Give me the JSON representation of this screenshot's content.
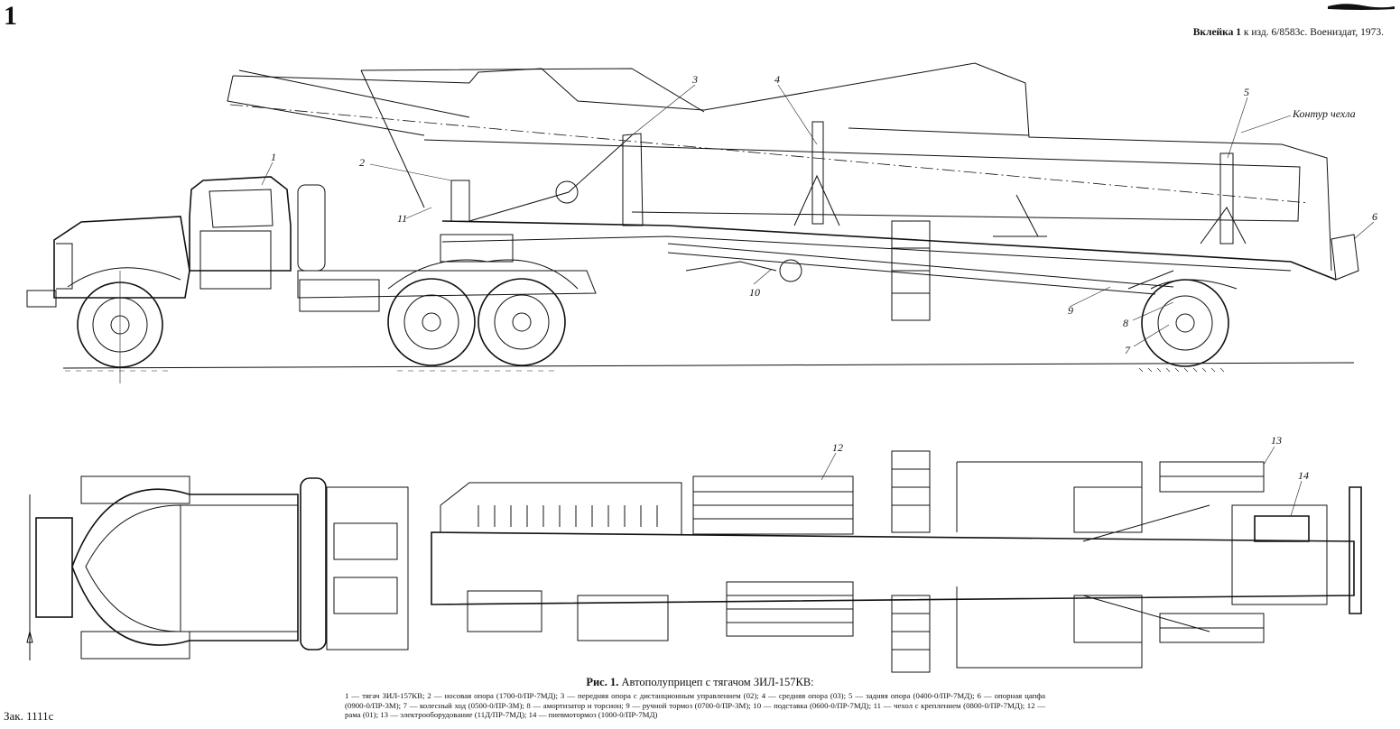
{
  "plate": {
    "number": "1"
  },
  "header": {
    "insert_prefix": "Вклейка 1",
    "insert_rest": " к изд. 6/8583с. Воениздат, 1973."
  },
  "side_view": {
    "cover_contour_label": "Контур чехла",
    "callouts": [
      "1",
      "2",
      "3",
      "4",
      "5",
      "6",
      "7",
      "8",
      "9",
      "10",
      "11"
    ]
  },
  "top_view": {
    "callouts": [
      "12",
      "13",
      "14"
    ]
  },
  "caption": {
    "figure_label": "Рис. 1.",
    "title": " Автополуприцеп с тягачом ЗИЛ-157КВ:",
    "legend": "1 — тягач ЗИЛ-157КВ; 2 — носовая опора (1700-0/ПР-7МД); 3 — передняя опора с дистанционным управлением (02); 4 — средняя опора (03); 5 — задняя опора (0400-0/ПР-7МД); 6 — опорная цапфа (0900-0/ПР-3М); 7 — колесный ход (0500-0/ПР-3М); 8 — амортизатор и торсион; 9 — ручной тормоз (0700-0/ПР-3М); 10 — подставка (0600-0/ПР-7МД); 11 — чехол с креплением (0800-0/ПР-7МД); 12 — рама (01); 13 — электрооборудование (11Д/ПР-7МД); 14 — пневмотормоз (1000-0/ПР-7МД)"
  },
  "footer": {
    "order_number": "Зак. 1111с"
  }
}
